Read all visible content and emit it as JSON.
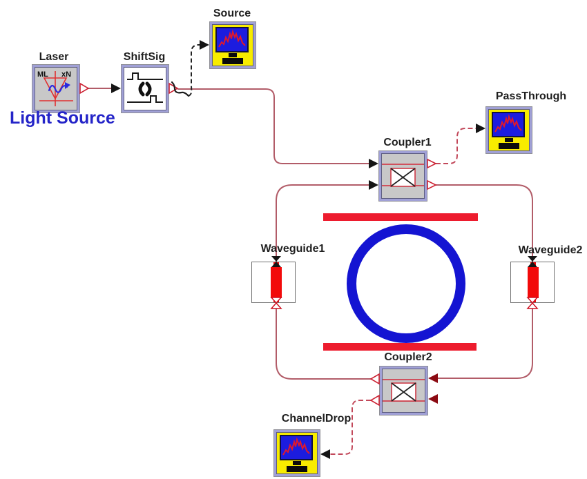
{
  "annotation": {
    "light_source_label": "Light Source"
  },
  "nodes": {
    "laser": {
      "label": "Laser",
      "icon_text_left": "ML",
      "icon_text_right": "xN"
    },
    "shiftsig": {
      "label": "ShiftSig"
    },
    "source": {
      "label": "Source"
    },
    "passthrough": {
      "label": "PassThrough"
    },
    "coupler1": {
      "label": "Coupler1"
    },
    "coupler2": {
      "label": "Coupler2"
    },
    "waveguide1": {
      "label": "Waveguide1"
    },
    "waveguide2": {
      "label": "Waveguide2"
    },
    "channeldrop": {
      "label": "ChannelDrop"
    }
  },
  "colors": {
    "wire": "#b25c68",
    "wire_dashed_red": "#c2485a",
    "wire_dashed_black": "#222222",
    "ring_blue": "#1414d2",
    "bar_red": "#ed1c2e",
    "waveguide_red": "#f20a0a",
    "monitor_yellow": "#f8ec00",
    "screen_blue": "#1c1cdf",
    "trace_red": "#e0182c",
    "block_fill_gray": "#c8c8c8",
    "frame_lavender": "#a0a0d6",
    "label_text": "#1f1f1f",
    "annotation_blue": "#2424c8",
    "port_dark_red": "#8b0a12",
    "port_outline_red": "#cc2233",
    "symbol_black": "#1a1a1a"
  }
}
